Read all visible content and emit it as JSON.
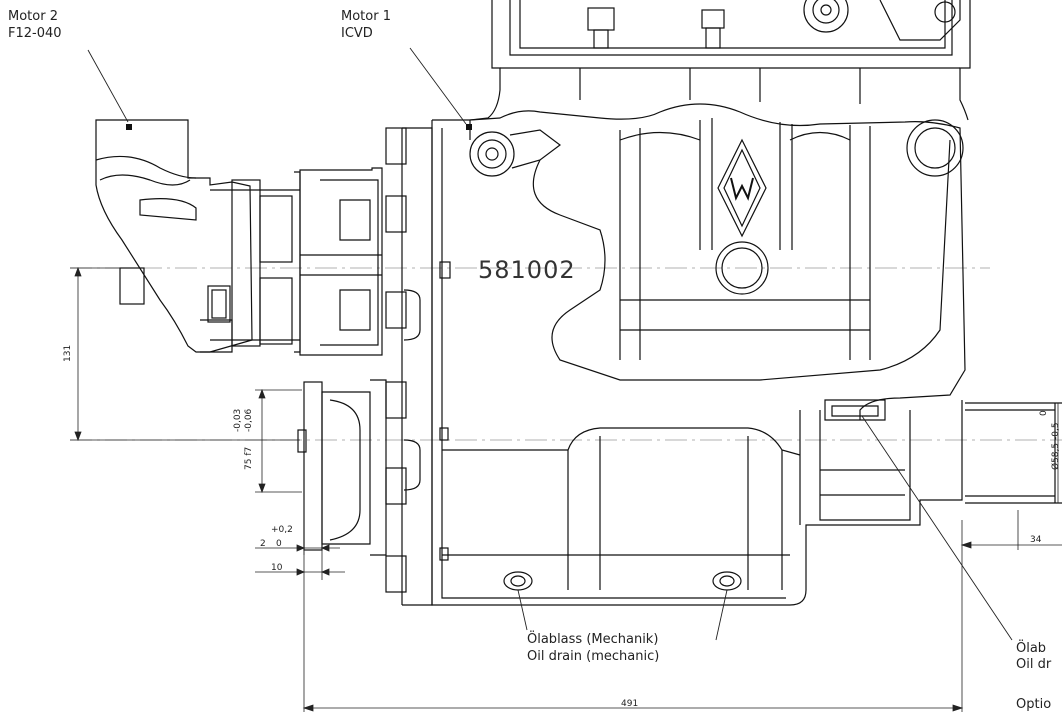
{
  "labels": {
    "motor2_line1": "Motor 2",
    "motor2_line2": "F12-040",
    "motor1_line1": "Motor 1",
    "motor1_line2": "ICVD",
    "serial": "581002",
    "drain_mech_de": "Ölablass (Mechanik)",
    "drain_mech_en": "Oil drain (mechanic)",
    "drain_right_de": "Ölab",
    "drain_right_en": "Oil dr",
    "option": "Optio"
  },
  "dimensions": {
    "d131": "131",
    "tol_top": "-0,03",
    "tol_bottom": "-0,06",
    "d75": "75 f7",
    "tol_plus": "+0,2",
    "d2": "2",
    "d2_zero": "0",
    "d10": "10",
    "d491": "491",
    "d34": "34",
    "d58_zero": "0",
    "d58": "Ø58,5 -0,5"
  }
}
